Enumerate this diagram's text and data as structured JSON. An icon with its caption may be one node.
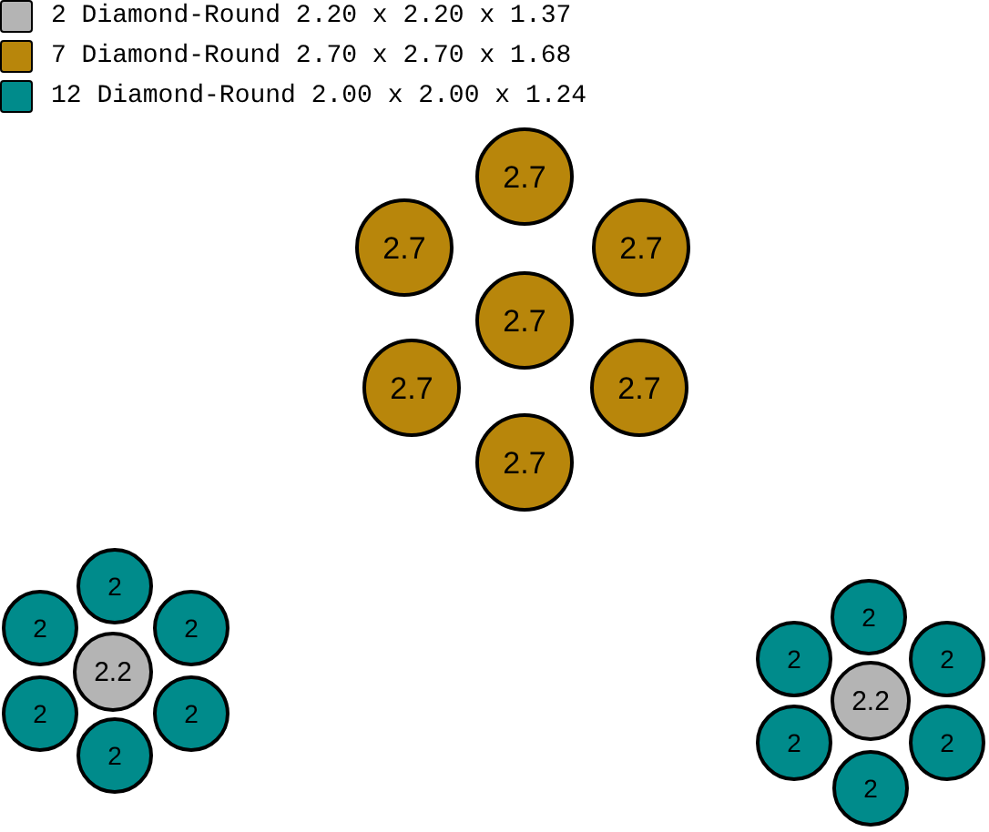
{
  "diagram": {
    "nodes": [
      {
        "text": [
          "2.7"
        ]
      },
      {
        "text": [
          "2.7"
        ]
      },
      {
        "text": [
          "2.7"
        ]
      },
      {
        "text": [
          "2.7"
        ]
      },
      {
        "text": [
          "2.7"
        ]
      },
      {
        "text": [
          "2.7"
        ]
      },
      {
        "text": [
          "2.7"
        ]
      },
      {
        "text": [
          "2"
        ]
      },
      {
        "text": [
          "2"
        ]
      },
      {
        "text": [
          "2"
        ]
      },
      {
        "text": [
          "2.2"
        ]
      },
      {
        "text": [
          "2"
        ]
      },
      {
        "text": [
          "2"
        ]
      },
      {
        "text": [
          "2"
        ]
      },
      {
        "text": [
          "2"
        ]
      },
      {
        "text": [
          "2"
        ]
      },
      {
        "text": [
          "2"
        ]
      },
      {
        "text": [
          "2.2"
        ]
      },
      {
        "text": [
          "2"
        ]
      },
      {
        "text": [
          "2"
        ]
      },
      {
        "text": [
          "2"
        ]
      }
    ],
    "legend": [
      {
        "text": "2 Diamond-Round 2.20 x 2.20 x 1.37",
        "color": "#b4b4b4"
      },
      {
        "text": "7 Diamond-Round 2.70 x 2.70 x 1.68",
        "color": "#b8860b"
      },
      {
        "text": "12 Diamond-Round 2.00 x 2.00 x 1.24",
        "color": "#008b8b"
      }
    ]
  }
}
